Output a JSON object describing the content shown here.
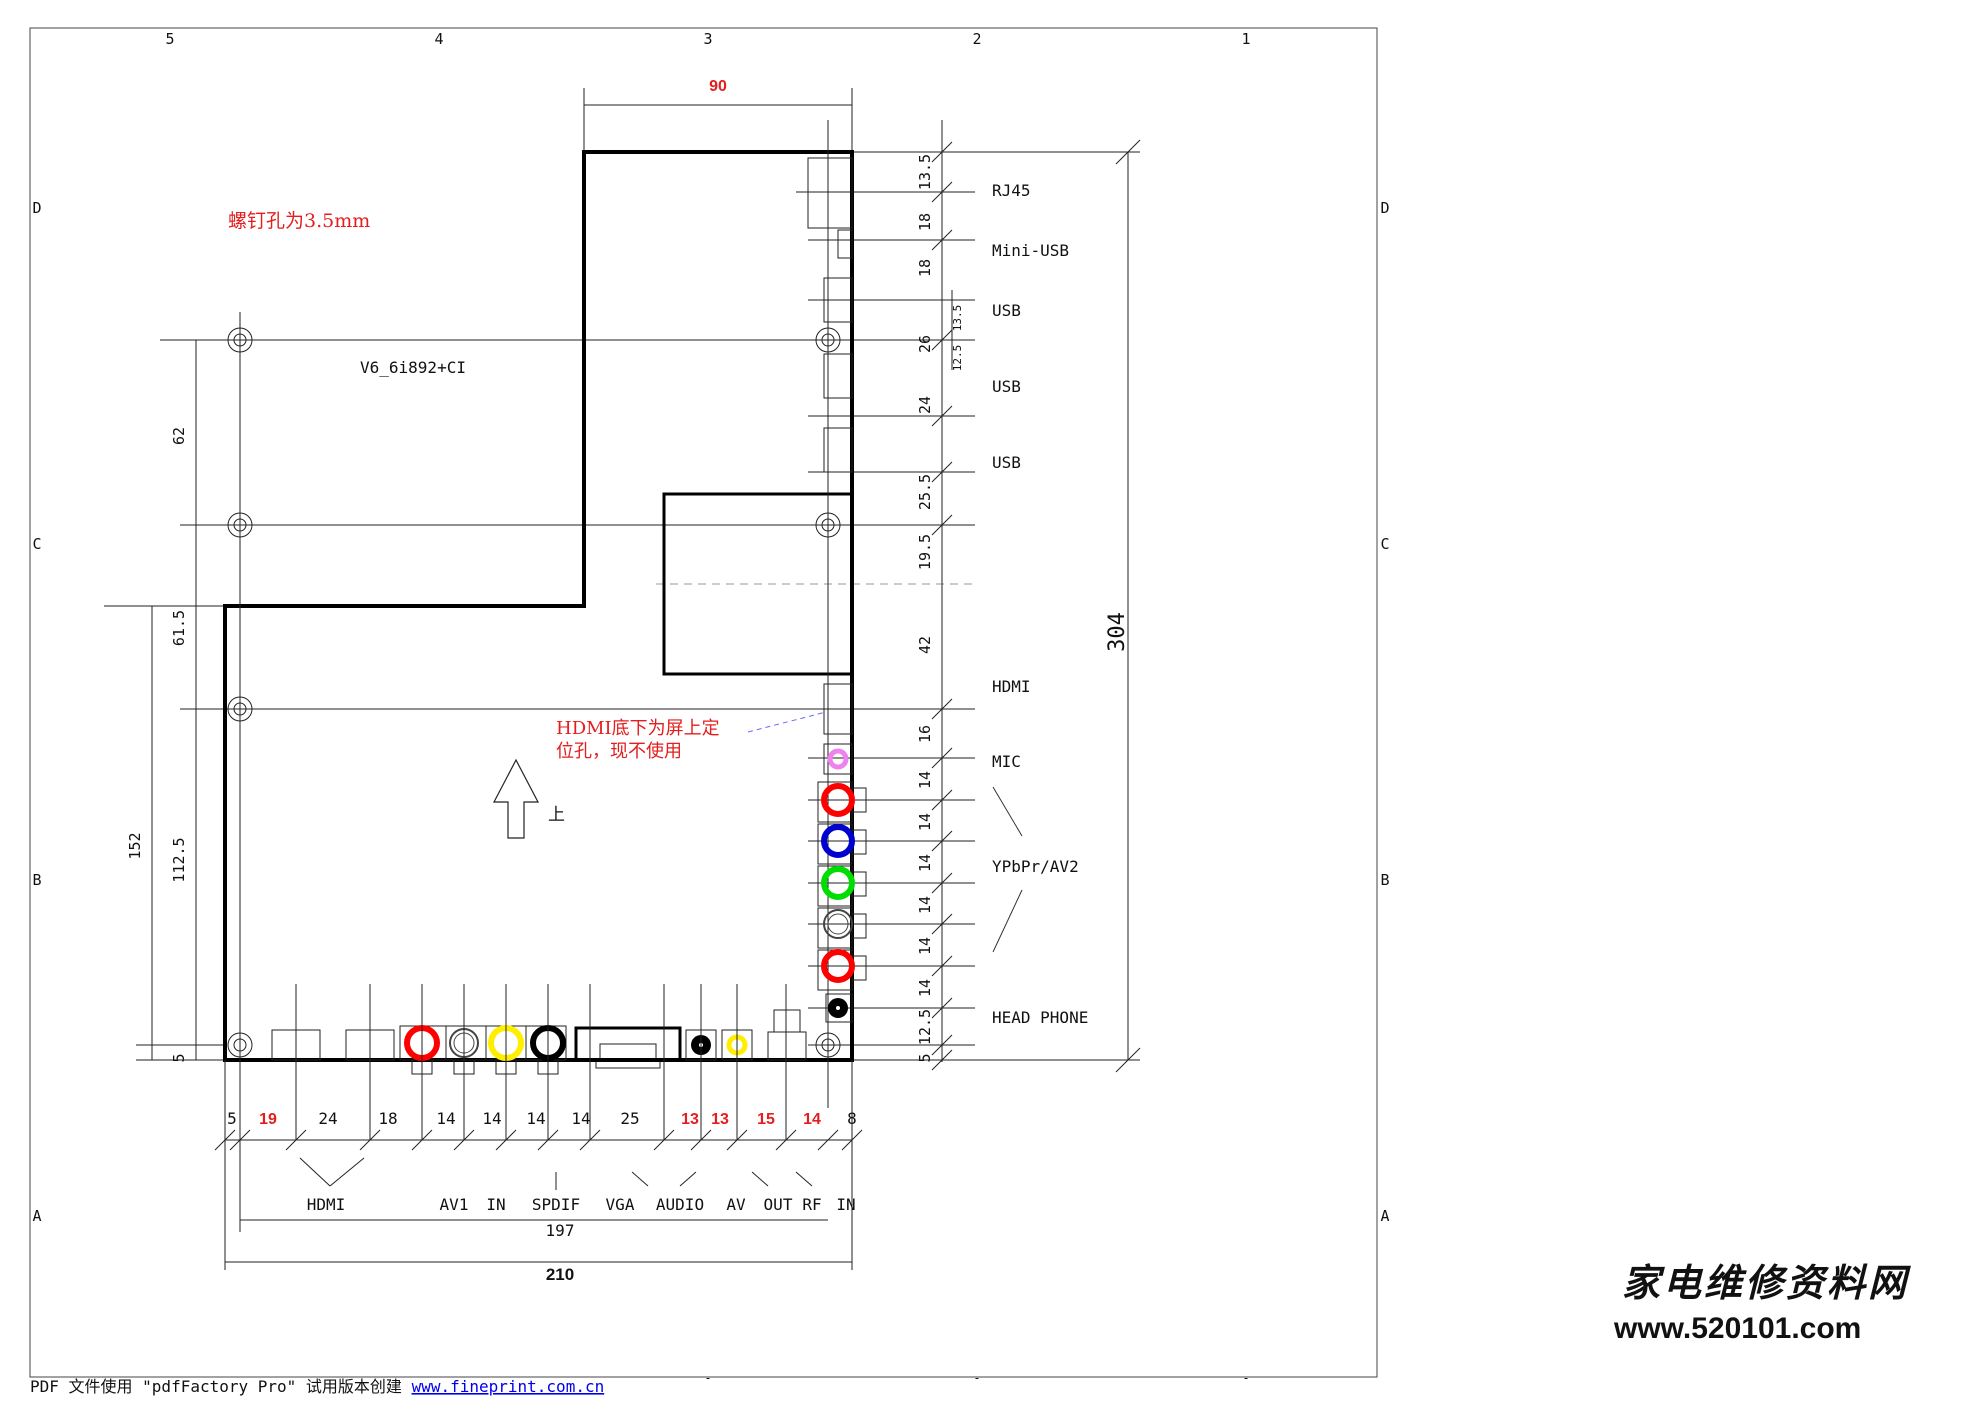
{
  "frame": {
    "col_labels": [
      "5",
      "4",
      "3",
      "2",
      "1"
    ],
    "row_labels": [
      "D",
      "C",
      "B",
      "A"
    ]
  },
  "board": {
    "model": "V6_6i892+CI",
    "screw_note": "螺钉孔为3.5mm",
    "hdmi_note_line1": "HDMI底下为屏上定",
    "hdmi_note_line2": "位孔，现不使用",
    "up_label": "上",
    "width_top": "90",
    "width_bottom": "210",
    "span_holes": "197",
    "height_total": "304"
  },
  "right_labels": {
    "rj45": "RJ45",
    "mini_usb": "Mini-USB",
    "usb1": "USB",
    "usb2": "USB",
    "usb3": "USB",
    "hdmi": "HDMI",
    "mic": "MIC",
    "ypbpr": "YPbPr/AV2",
    "headphone": "HEAD PHONE"
  },
  "right_dims": [
    "13.5",
    "18",
    "18",
    "26",
    "24",
    "25.5",
    "19.5",
    "42",
    "16",
    "14",
    "14",
    "14",
    "14",
    "14",
    "14",
    "12.5",
    "5"
  ],
  "right_dims_small": [
    "13.5",
    "12.5"
  ],
  "left_dims": {
    "d62": "62",
    "d61_5": "61.5",
    "d152": "152",
    "d112_5": "112.5",
    "d5": "5"
  },
  "bottom_dims": [
    {
      "text": "5",
      "red": false
    },
    {
      "text": "19",
      "red": true
    },
    {
      "text": "24",
      "red": false
    },
    {
      "text": "18",
      "red": false
    },
    {
      "text": "14",
      "red": false
    },
    {
      "text": "14",
      "red": false
    },
    {
      "text": "14",
      "red": false
    },
    {
      "text": "14",
      "red": false
    },
    {
      "text": "25",
      "red": false
    },
    {
      "text": "13",
      "red": true
    },
    {
      "text": "13",
      "red": true
    },
    {
      "text": "15",
      "red": true
    },
    {
      "text": "14",
      "red": true
    },
    {
      "text": "8",
      "red": false
    }
  ],
  "bottom_labels": {
    "hdmi": "HDMI",
    "av1": "AV1",
    "in": "IN",
    "spdif": "SPDIF",
    "vga": "VGA",
    "audio": "AUDIO",
    "av": "AV",
    "out": "OUT",
    "rf": "RF",
    "rf_in": "IN"
  },
  "watermark": {
    "line1": "家电维修资料网",
    "line2": "www.520101.com"
  },
  "footer": {
    "text": "PDF 文件使用 \"pdfFactory Pro\" 试用版本创建 ",
    "link": "www.fineprint.com.cn"
  },
  "colors": {
    "accent_red": "#e41e1e",
    "jack_red": "#ff0000",
    "jack_blue": "#0000d0",
    "jack_green": "#00dd00",
    "jack_yellow": "#ffee00",
    "jack_black": "#000000",
    "mic_pink": "#ee82ee",
    "note_dash": "#6a6aff"
  }
}
